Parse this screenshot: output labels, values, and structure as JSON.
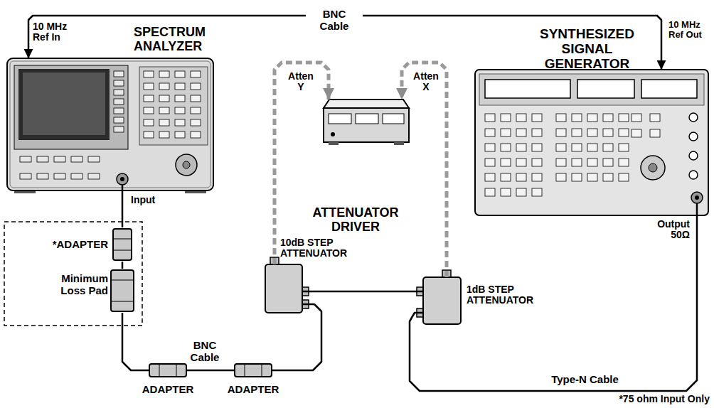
{
  "diagram": {
    "nodes": [
      {
        "text": [
          "10 MHz Ref In",
          "SPECTRUM ANALYZER",
          "Input"
        ]
      },
      {
        "text": [
          "ATTENUATOR DRIVER"
        ]
      },
      {
        "text": [
          "10 MHz Ref Out",
          "SYNTHESIZED SIGNAL GENERATOR",
          "Output 50Ω"
        ]
      },
      {
        "text": [
          "*ADAPTER"
        ]
      },
      {
        "text": [
          "Minimum Loss Pad"
        ]
      },
      {
        "text": [
          "10dB STEP ATTENUATOR"
        ]
      },
      {
        "text": [
          "1dB STEP ATTENUATOR"
        ]
      },
      {
        "text": [
          "ADAPTER"
        ]
      },
      {
        "text": [
          "ADAPTER"
        ]
      }
    ],
    "edges": [
      {
        "from": 2,
        "to": 0,
        "arrow": "both",
        "label": "BNC Cable"
      },
      {
        "from": 5,
        "to": 1,
        "arrow": "to",
        "label": "Atten Y"
      },
      {
        "from": 6,
        "to": 1,
        "arrow": "to",
        "label": "Atten X"
      },
      {
        "from": 2,
        "to": 6,
        "arrow": "none",
        "label": "Type-N Cable"
      },
      {
        "from": 6,
        "to": 5,
        "arrow": "none"
      },
      {
        "from": 5,
        "to": 8,
        "arrow": "none"
      },
      {
        "from": 8,
        "to": 7,
        "arrow": "none",
        "label": "BNC Cable"
      },
      {
        "from": 7,
        "to": 4,
        "arrow": "none"
      },
      {
        "from": 4,
        "to": 3,
        "arrow": "none"
      },
      {
        "from": 3,
        "to": 0,
        "arrow": "none"
      }
    ],
    "labels": [
      "*75 ohm Input Only"
    ]
  }
}
